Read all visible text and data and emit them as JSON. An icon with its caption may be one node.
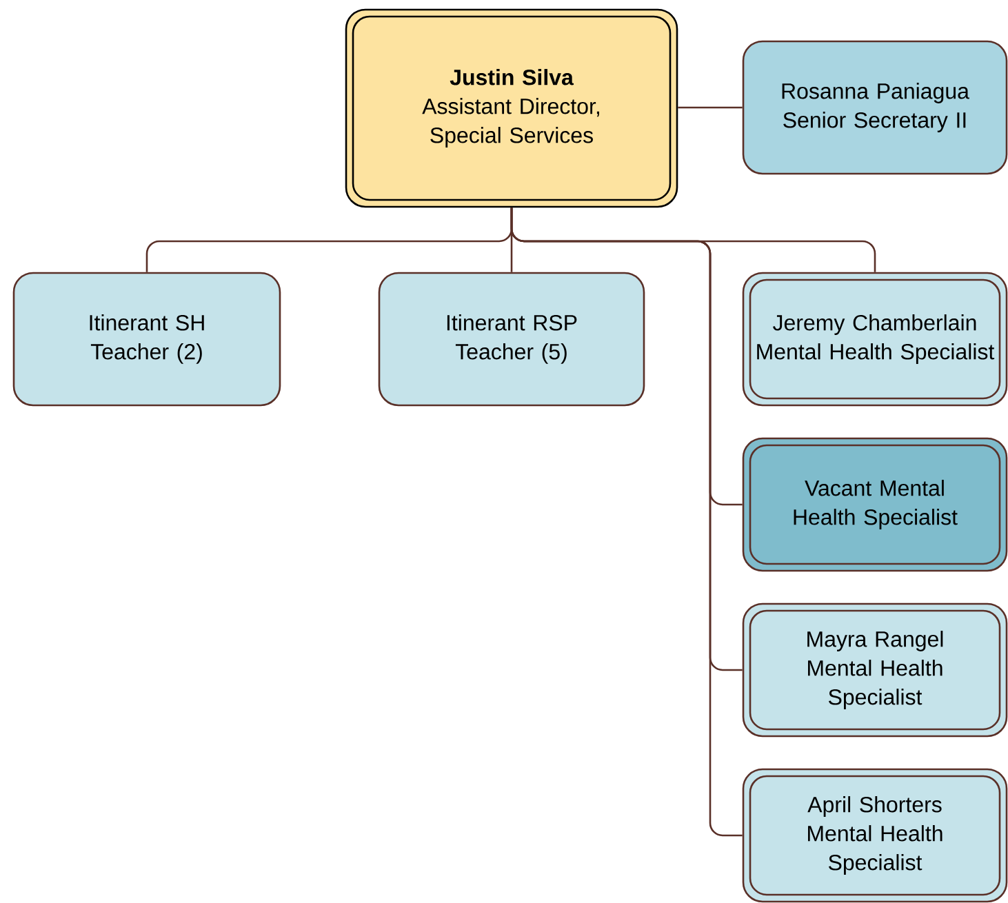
{
  "diagram": {
    "nodes": [
      {
        "text": [
          "Justin Silva",
          "Assistant Director, Special Services"
        ]
      },
      {
        "text": [
          "Rosanna Paniagua Senior Secretary II"
        ]
      },
      {
        "text": [
          "Itinerant SH Teacher (2)"
        ]
      },
      {
        "text": [
          "Itinerant RSP Teacher (5)"
        ]
      },
      {
        "text": [
          "Jeremy Chamberlain Mental Health Specialist"
        ]
      },
      {
        "text": [
          "Vacant Mental Health Specialist"
        ]
      },
      {
        "text": [
          "Mayra Rangel Mental Health Specialist"
        ]
      },
      {
        "text": [
          "April Shorters Mental Health Specialist"
        ]
      }
    ],
    "edges": [
      {
        "from": 0,
        "to": 1,
        "arrow": "none"
      },
      {
        "from": 0,
        "to": 2,
        "arrow": "none"
      },
      {
        "from": 0,
        "to": 3,
        "arrow": "none"
      },
      {
        "from": 0,
        "to": 4,
        "arrow": "none"
      },
      {
        "from": 0,
        "to": 5,
        "arrow": "none"
      },
      {
        "from": 0,
        "to": 6,
        "arrow": "none"
      },
      {
        "from": 0,
        "to": 7,
        "arrow": "none"
      }
    ]
  }
}
